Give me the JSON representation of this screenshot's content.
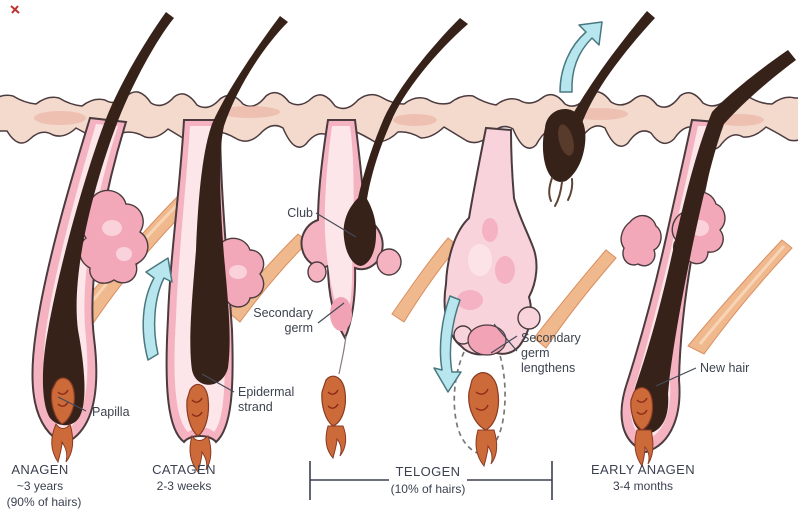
{
  "figure": {
    "stage_labels": {
      "anagen": {
        "name": "ANAGEN",
        "duration": "~3 years",
        "share": "(90% of hairs)"
      },
      "catagen": {
        "name": "CATAGEN",
        "duration": "2-3 weeks"
      },
      "telogen": {
        "name": "TELOGEN",
        "share": "(10% of hairs)"
      },
      "early_anagen": {
        "name": "EARLY ANAGEN",
        "duration": "3-4 months"
      }
    },
    "callouts": {
      "papilla": "Papilla",
      "club": "Club",
      "epidermal_strand_line1": "Epidermal",
      "epidermal_strand_line2": "strand",
      "secondary_germ_line1": "Secondary",
      "secondary_germ_line2": "germ",
      "secondary_germ_lengthens_line1": "Secondary",
      "secondary_germ_lengthens_line2": "germ",
      "secondary_germ_lengthens_line3": "lengthens",
      "new_hair": "New hair"
    },
    "colors": {
      "hair": "#37221a",
      "follicle_sheath": "#f5b3c2",
      "sheath_inner": "#fce6ea",
      "sebaceous_gland": "#f3a8ba",
      "papilla": "#cd6a3a",
      "arrector_muscle": "#f0b88d",
      "arrow": "#b7e6ef",
      "epidermis": "#f4d9cd",
      "label_text": "#3b4150",
      "background": "#ffffff"
    }
  }
}
